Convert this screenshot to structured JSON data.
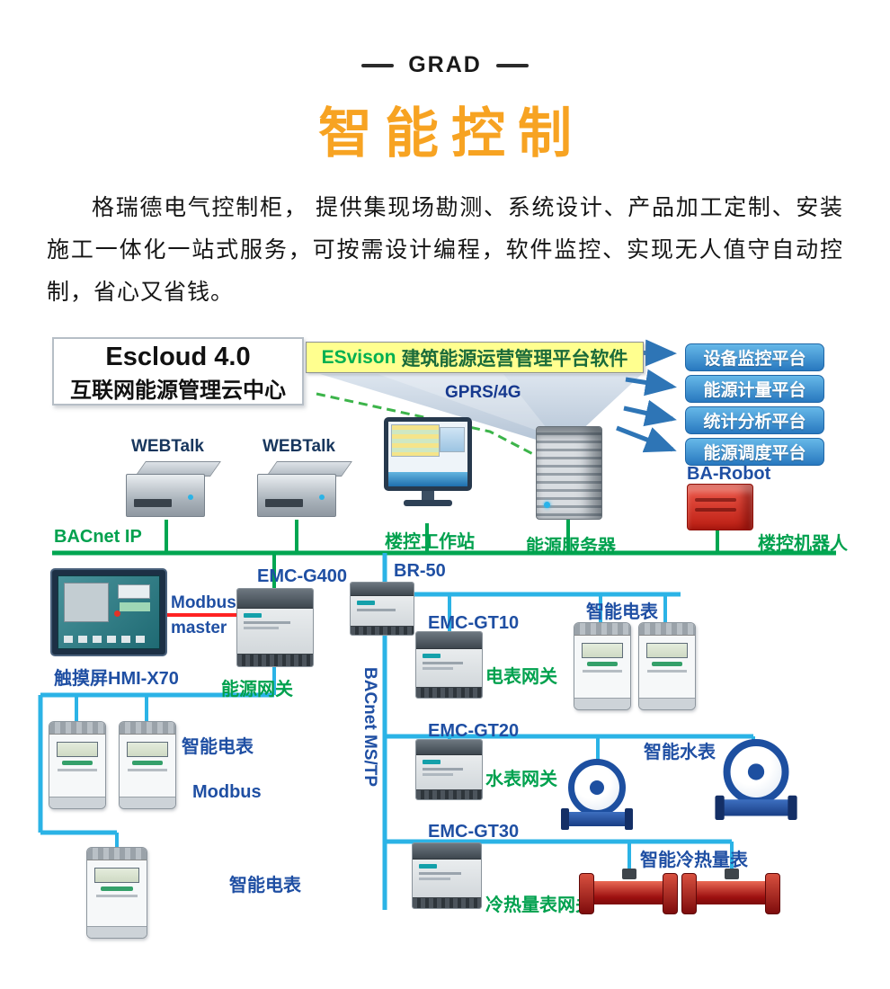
{
  "header": {
    "brand": "GRAD",
    "title": "智能控制"
  },
  "intro": {
    "text": "格瑞德电气控制柜， 提供集现场勘测、系统设计、产品加工定制、安装施工一体化一站式服务，可按需设计编程，软件监控、实现无人值守自动控制，省心又省钱。"
  },
  "colors": {
    "accent_orange": "#F7A322",
    "line_green": "#00A651",
    "line_cyan": "#2BB3E6",
    "line_red": "#FF2222",
    "label_blue": "#1F4FA3",
    "label_green": "#00A14E",
    "platform_blue": "#2878BF",
    "esvison_green": "#00B050"
  },
  "diagram": {
    "escloud_line1": "Escloud 4.0",
    "escloud_line2": "互联网能源管理云中心",
    "esvison_brand": "ESvison",
    "esvison_text": "建筑能源运营管理平台软件",
    "platforms": [
      "设备监控平台",
      "能源计量平台",
      "统计分析平台",
      "能源调度平台"
    ],
    "gprs": "GPRS/4G",
    "webtalk_left": "WEBTalk",
    "webtalk_right": "WEBTalk",
    "bacnet_ip": "BACnet IP",
    "workstation": "楼控工作站",
    "energy_server": "能源服务器",
    "ba_robot": "BA-Robot",
    "robot": "楼控机器人",
    "hmi": "触摸屏HMI-X70",
    "modbus_master_1": "Modbus",
    "modbus_master_2": "master",
    "emc_g400": "EMC-G400",
    "energy_gateway": "能源网关",
    "br50": "BR-50",
    "bacnet_mstp": "BACnet MS/TP",
    "emc_gt10": "EMC-GT10",
    "meter_gateway": "电表网关",
    "smart_meter_right": "智能电表",
    "emc_gt20": "EMC-GT20",
    "water_gateway": "水表网关",
    "smart_water_meter": "智能水表",
    "emc_gt30": "EMC-GT30",
    "heat_gateway": "冷热量表网关",
    "smart_heat_meter": "智能冷热量表",
    "smart_meter_left_top": "智能电表",
    "modbus": "Modbus",
    "smart_meter_left_bottom": "智能电表"
  }
}
